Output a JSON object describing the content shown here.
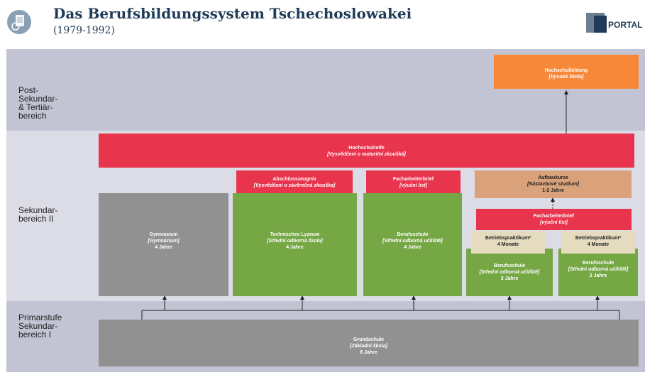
{
  "header": {
    "title": "Das Berufsbildungssystem Tschechoslowakei",
    "subtitle": "(1979-1992)",
    "logo_text": "PORTAL"
  },
  "bands": {
    "post": "Post-\nSekundar-\n& Tertiär-\nbereich",
    "sek2": "Sekundar-\nbereich II",
    "prim": "Primarstufe\nSekundar-\nbereich I"
  },
  "boxes": {
    "hochschulbildung": {
      "title": "Hochschulbildung",
      "native": "[Vysoké škola]"
    },
    "hochschulreife": {
      "title": "Hochschulreife",
      "native": "[Vysvědčení o maturitní zkoušká]"
    },
    "abschlusszeugnis": {
      "title": "Abschlusszeugnis",
      "native": "[Vysvědčení o závěrečná zkouška]"
    },
    "facharbeiterbrief1": {
      "title": "Facharbeiterbrief",
      "native": "[výuční list]"
    },
    "aufbaukurse": {
      "title": "Aufbaukurse",
      "native": "[Nástavbové studium]",
      "duration": "1-2 Jahre"
    },
    "facharbeiterbrief2": {
      "title": "Facharbeiterbrief",
      "native": "[výuční list]"
    },
    "gymnasium": {
      "title": "Gymnasium",
      "native": "[Gymnázium]",
      "duration": "4 Jahre"
    },
    "lyzeum": {
      "title": "Technisches Lyzeum",
      "native": "[Střední odborná škola]",
      "duration": "4 Jahre"
    },
    "berufsschule4": {
      "title": "Berufsschule",
      "native": "[Střední odborná učiliště]",
      "duration": "4 Jahre"
    },
    "praktikum1": {
      "title": "Betriebspraktikum*",
      "duration": "4 Monate"
    },
    "praktikum2": {
      "title": "Betriebspraktikum*",
      "duration": "4 Monate"
    },
    "berufsschule3": {
      "title": "Berufsschule",
      "native": "[Střední odborná učiliště]",
      "duration": "3 Jahre"
    },
    "berufsschule2": {
      "title": "Berufsschule",
      "native": "[Střední odborná učiliště]",
      "duration": "2 Jahre"
    },
    "grundschule": {
      "title": "Grundschule",
      "native": "[Základní škola]",
      "duration": "8 Jahre"
    }
  },
  "colors": {
    "red": "#e8344c",
    "green": "#76a745",
    "gray": "#919191",
    "orange": "#f7883a",
    "tan": "#d9a27b",
    "beige": "#e5dcc0",
    "navy": "#1f3b57"
  }
}
